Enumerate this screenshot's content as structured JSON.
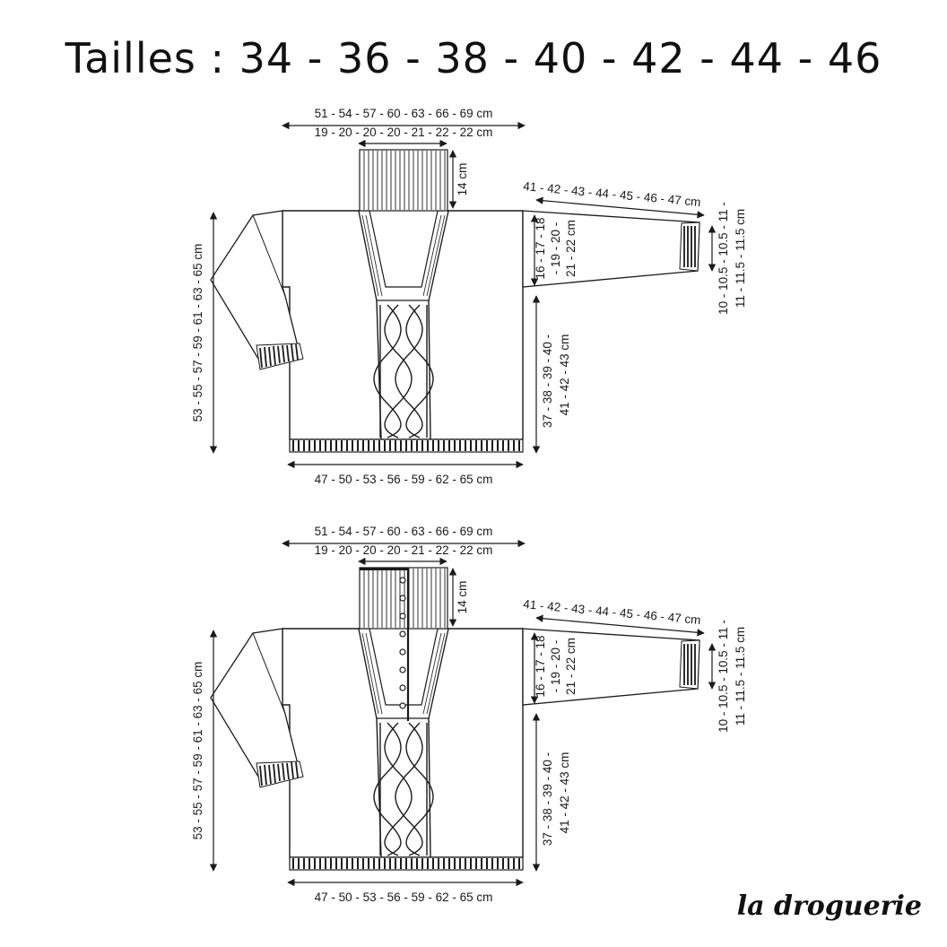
{
  "title": "Tailles : 34 - 36 - 38 - 40 - 42 - 44 - 46",
  "logo": "la droguerie",
  "colors": {
    "ink": "#1a1a1a",
    "background": "#ffffff"
  },
  "measurements": {
    "collar_width": "51 - 54 - 57 - 60 - 63 - 66 - 69 cm",
    "neck_width": "19 - 20 - 20 - 20 - 21 - 22 - 22 cm",
    "collar_height": "14 cm",
    "sleeve_length": "41 - 42 - 43 - 44 - 45 - 46 - 47 cm",
    "armhole_1": "16 - 17 - 18",
    "armhole_2": "- 19 - 20 -",
    "armhole_3": "21 - 22 cm",
    "cuff_1": "10 - 10.5 - 10.5 - 11 -",
    "cuff_2": "11 - 11.5 - 11.5 cm",
    "total_length": "53 - 55 - 57 - 59 - 61 - 63 - 65 cm",
    "side_1": "37 - 38 - 39 - 40 -",
    "side_2": "41 - 42 - 43 cm",
    "bottom_width": "47 - 50 - 53 - 56 - 59 - 62 - 65 cm"
  }
}
